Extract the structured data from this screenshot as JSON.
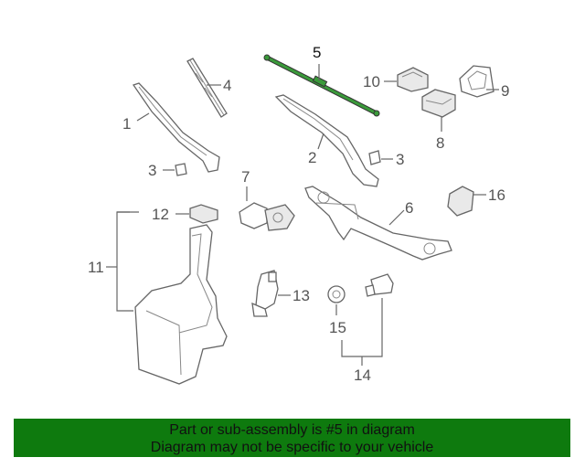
{
  "diagram": {
    "callouts": {
      "c1": "1",
      "c2": "2",
      "c3a": "3",
      "c3b": "3",
      "c4": "4",
      "c5": "5",
      "c6": "6",
      "c7": "7",
      "c8": "8",
      "c9": "9",
      "c10": "10",
      "c11": "11",
      "c12": "12",
      "c13": "13",
      "c14": "14",
      "c15": "15",
      "c16": "16"
    },
    "highlight_color": "#2e7d2e"
  },
  "banner": {
    "line1": "Part or sub-assembly is #5 in diagram",
    "line2": "Diagram may not be specific to your vehicle",
    "color": "#0e7a0e"
  }
}
